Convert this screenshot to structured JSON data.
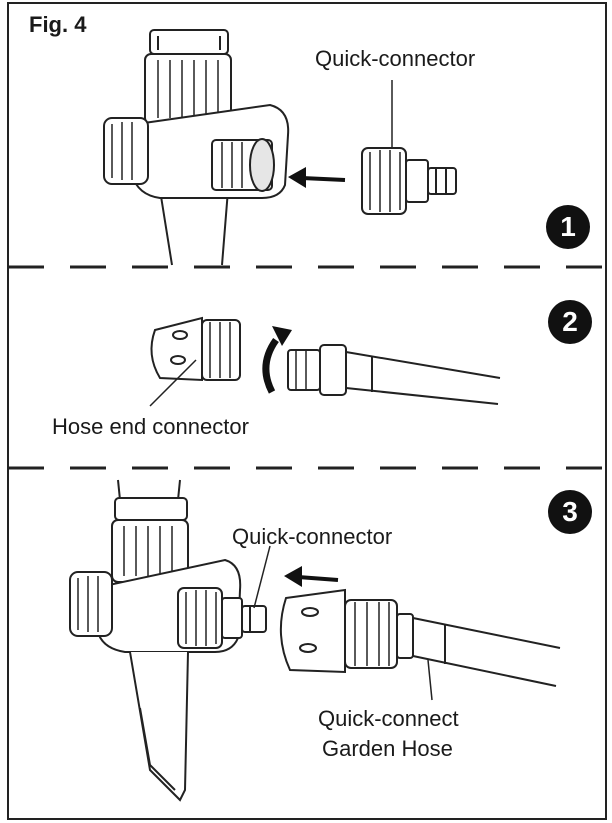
{
  "figure": {
    "title": "Fig. 4",
    "steps": [
      {
        "number": "1",
        "label": "Quick-connector"
      },
      {
        "number": "2",
        "label": "Hose end connector"
      },
      {
        "number": "3",
        "label_connector": "Quick-connector",
        "label_hose_line1": "Quick-connect",
        "label_hose_line2": "Garden Hose"
      }
    ]
  },
  "colors": {
    "ink": "#1a1a1a",
    "badge": "#111111",
    "fill": "#ffffff",
    "shade": "#e6e6e6"
  }
}
